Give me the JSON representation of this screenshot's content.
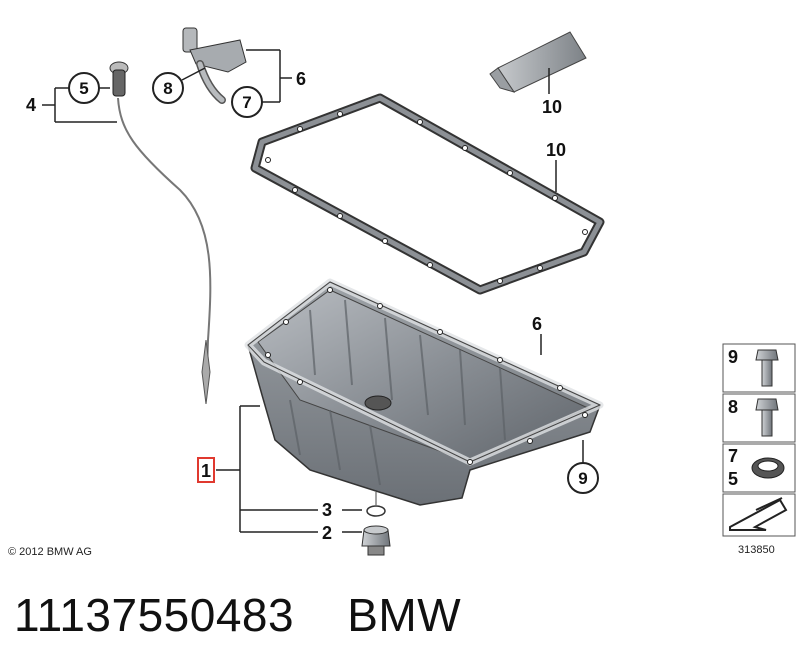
{
  "callouts": {
    "c1": "1",
    "c2": "2",
    "c3": "3",
    "c4": "4",
    "c5": "5",
    "c6_top": "6",
    "c6_pan": "6",
    "c7": "7",
    "c8": "8",
    "c9": "9",
    "c10_tube": "10",
    "c10_gasket": "10"
  },
  "legend": {
    "row1": "9",
    "row2": "8",
    "row3a": "7",
    "row3b": "5"
  },
  "copyright": "© 2012 BMW AG",
  "diagram_number": "313850",
  "caption": "11137550483    BMW",
  "colors": {
    "highlight": "#e0392f",
    "line": "#333333",
    "metal": "#8d9196"
  }
}
